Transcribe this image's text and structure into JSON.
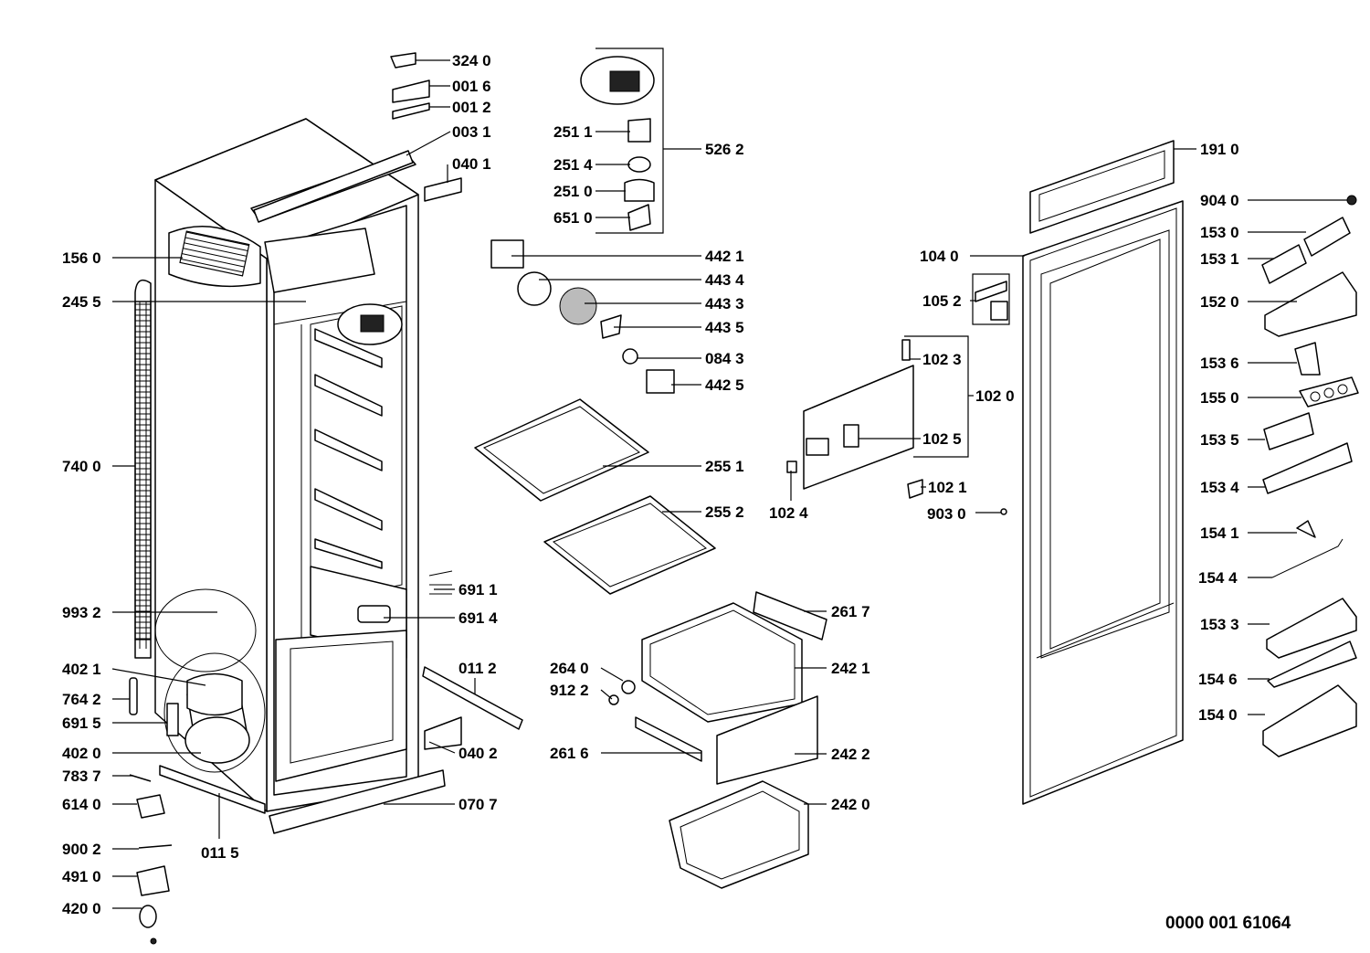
{
  "document_number": "0000 001 61064",
  "part_labels": {
    "p3240": "324 0",
    "p0016": "001 6",
    "p0012": "001 2",
    "p0031": "003 1",
    "p0401": "040 1",
    "p1560": "156 0",
    "p2455": "245 5",
    "p7400": "740 0",
    "p9932": "993 2",
    "p4021": "402 1",
    "p7642": "764 2",
    "p6915": "691 5",
    "p4020": "402 0",
    "p7837": "783 7",
    "p6140": "614 0",
    "p9002": "900 2",
    "p4910": "491 0",
    "p4200": "420 0",
    "p0115": "011 5",
    "p0112": "011 2",
    "p0402": "040 2",
    "p0707": "070 7",
    "p6911": "691 1",
    "p6914": "691 4",
    "p2511": "251 1",
    "p2514": "251 4",
    "p2510": "251 0",
    "p6510": "651 0",
    "p5262": "526 2",
    "p4421": "442 1",
    "p4434": "443 4",
    "p4433": "443 3",
    "p4435": "443 5",
    "p0843": "084 3",
    "p4425": "442 5",
    "p2551": "255 1",
    "p2552": "255 2",
    "p2617": "261 7",
    "p2640": "264 0",
    "p9122": "912 2",
    "p2421": "242 1",
    "p2616": "261 6",
    "p2422": "242 2",
    "p2420": "242 0",
    "p1040": "104 0",
    "p1052": "105 2",
    "p1023": "102 3",
    "p1020": "102 0",
    "p1025": "102 5",
    "p1024": "102 4",
    "p1021": "102 1",
    "p9030": "903 0",
    "p1910": "191 0",
    "p9040": "904 0",
    "p1530": "153 0",
    "p1531": "153 1",
    "p1520": "152 0",
    "p1536": "153 6",
    "p1550": "155 0",
    "p1535": "153 5",
    "p1534": "153 4",
    "p1541": "154 1",
    "p1544": "154 4",
    "p1533": "153 3",
    "p1546": "154 6",
    "p1540": "154 0"
  }
}
